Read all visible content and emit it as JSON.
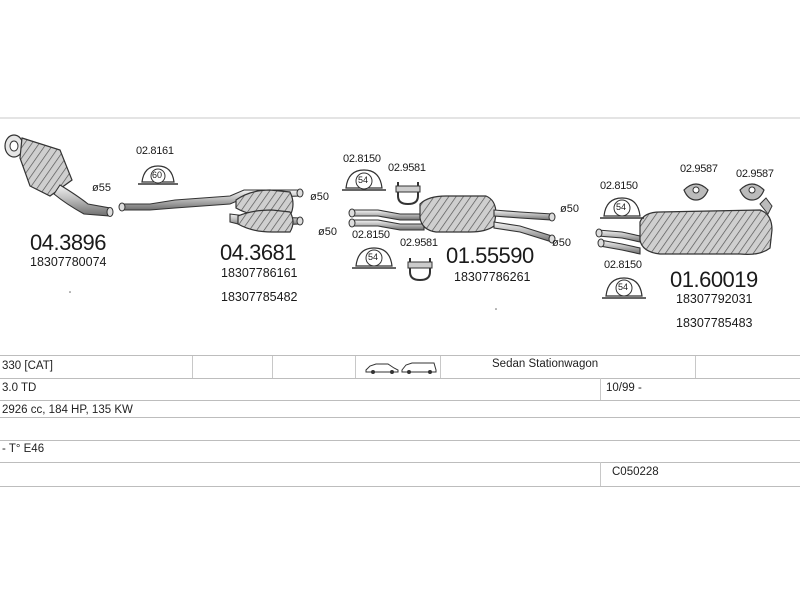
{
  "parts": [
    {
      "number": "04.3896",
      "oem": [
        "18307780074"
      ]
    },
    {
      "number": "04.3681",
      "oem": [
        "18307786161",
        "18307785482"
      ]
    },
    {
      "number": "01.55590",
      "oem": [
        "18307786261"
      ]
    },
    {
      "number": "01.60019",
      "oem": [
        "18307792031",
        "18307785483"
      ]
    }
  ],
  "clamps": {
    "c1": "02.8161",
    "c2": "02.8150",
    "c3": "02.9581",
    "c4": "02.8150",
    "c5": "02.9581",
    "c6": "02.8150",
    "c7": "02.9587",
    "c8": "02.9587",
    "c9": "02.8150"
  },
  "clamp_badges": {
    "b60": "60",
    "b54": "54"
  },
  "diameters": {
    "d55": "ø55",
    "d50a": "ø50",
    "d50b": "ø50",
    "d50c": "ø50",
    "d50d": "ø50"
  },
  "vehicle": {
    "model": "330  [CAT]",
    "body": "Sedan  Stationwagon",
    "engine": "3.0 TD",
    "date": "10/99 -",
    "specs": "2926 cc, 184 HP, 135 KW",
    "series": "- T° E46",
    "code": "C050228"
  },
  "icons": [
    "sedan-car-icon",
    "stationwagon-car-icon"
  ]
}
